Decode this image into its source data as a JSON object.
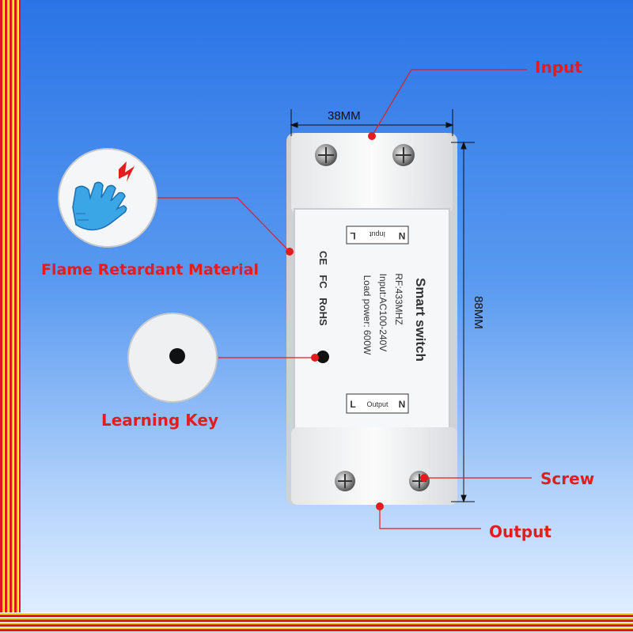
{
  "callouts": {
    "input": "Input",
    "flame": "Flame Retardant Material",
    "learning_key": "Learning Key",
    "screw": "Screw",
    "output": "Output"
  },
  "dimensions": {
    "width": "38MM",
    "height": "88MM"
  },
  "device": {
    "title": "Smart switch",
    "spec_rf": "RF:433MHZ",
    "spec_input": "Input:AC100-240V",
    "spec_load": "Load power: 600W",
    "mark_ce": "CE",
    "mark_fc": "FC",
    "mark_rohs": "RoHS",
    "input_label": "Input",
    "output_label": "Output",
    "terminal_n": "N",
    "terminal_l": "L"
  },
  "colors": {
    "callout_red": "#e31d1d",
    "frame_red": "#e0141e",
    "frame_yellow": "#ffd000",
    "bg_blue": "#2a74e6"
  }
}
